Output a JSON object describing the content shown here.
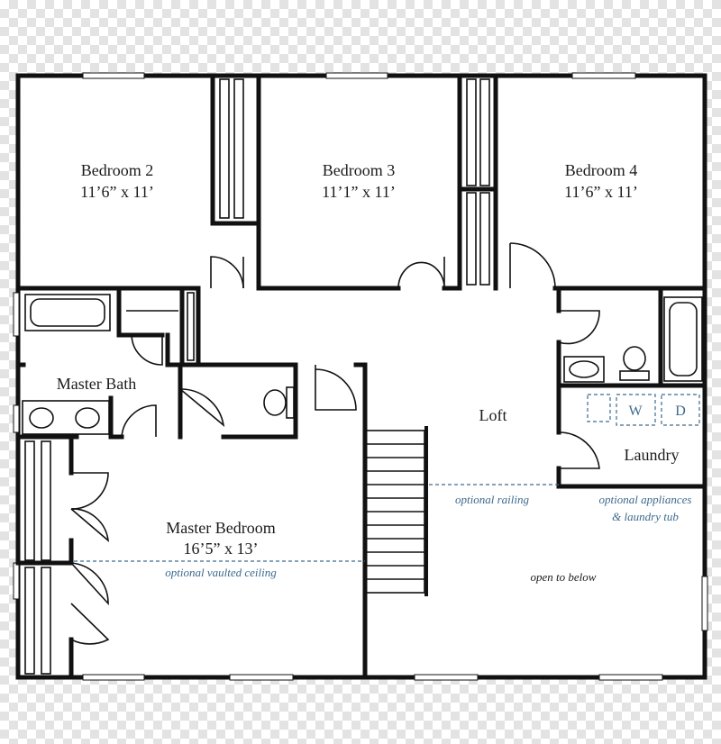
{
  "rooms": {
    "bedroom2": {
      "name": "Bedroom 2",
      "size": "11’6” x 11’"
    },
    "bedroom3": {
      "name": "Bedroom 3",
      "size": "11’1” x 11’"
    },
    "bedroom4": {
      "name": "Bedroom 4",
      "size": "11’6” x 11’"
    },
    "master_bath": {
      "name": "Master Bath"
    },
    "loft": {
      "name": "Loft"
    },
    "laundry": {
      "name": "Laundry"
    },
    "master_bedroom": {
      "name": "Master Bedroom",
      "size": "16’5” x 13’"
    }
  },
  "notes": {
    "optional_railing": "optional railing",
    "optional_appliances_line1": "optional appliances",
    "optional_appliances_line2": "& laundry tub",
    "optional_vaulted_ceiling": "optional vaulted ceiling",
    "open_to_below": "open to below"
  },
  "appliances": {
    "washer": "W",
    "dryer": "D"
  },
  "colors": {
    "wall": "#111111",
    "note_blue": "#3d6a8e",
    "background_pattern": "#e3e3e3"
  }
}
